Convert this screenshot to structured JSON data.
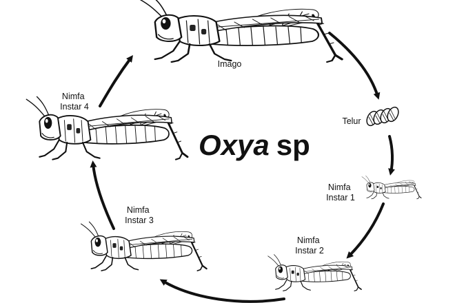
{
  "title": {
    "genus": "Oxya",
    "species": "sp"
  },
  "stages": [
    {
      "id": "imago",
      "lines": [
        "Imago"
      ]
    },
    {
      "id": "telur",
      "lines": [
        "Telur"
      ]
    },
    {
      "id": "nimfa-instar-1",
      "lines": [
        "Nimfa",
        "Instar 1"
      ]
    },
    {
      "id": "nimfa-instar-2",
      "lines": [
        "Nimfa",
        "Instar 2"
      ]
    },
    {
      "id": "nimfa-instar-3",
      "lines": [
        "Nimfa",
        "Instar 3"
      ]
    },
    {
      "id": "nimfa-instar-4",
      "lines": [
        "Nimfa",
        "Instar 4"
      ]
    }
  ],
  "icons": [
    "grasshopper-illustration",
    "egg-cluster-illustration",
    "cycle-arrow"
  ],
  "colors": {
    "ink": "#111111",
    "background": "#ffffff"
  }
}
